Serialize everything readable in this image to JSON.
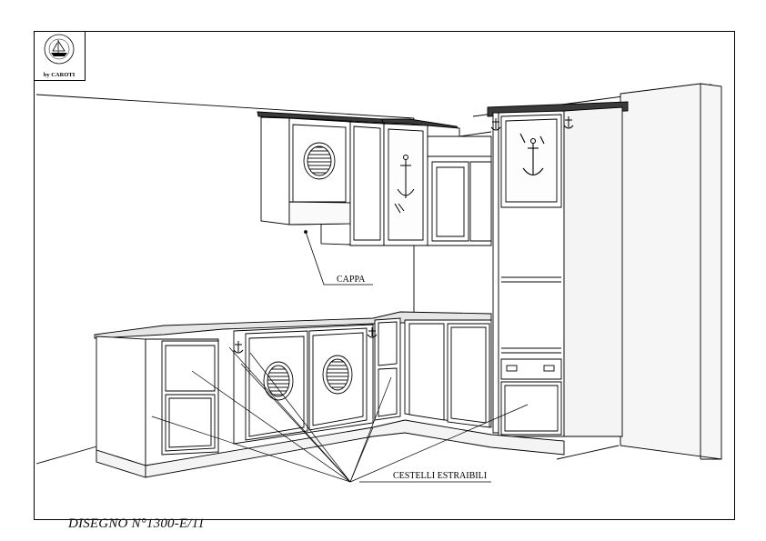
{
  "drawing": {
    "caption": "DISEGNO N°1300-E/11",
    "labels": {
      "hood": "CAPPA",
      "baskets": "CESTELLI ESTRAIBILI"
    }
  },
  "logo": {
    "brand_line": "by CAROTI"
  },
  "colors": {
    "line": "#000000",
    "cornice": "#3a3a3a",
    "wall_shade": "#f2f2f2",
    "counter": "#e6e6e6"
  }
}
